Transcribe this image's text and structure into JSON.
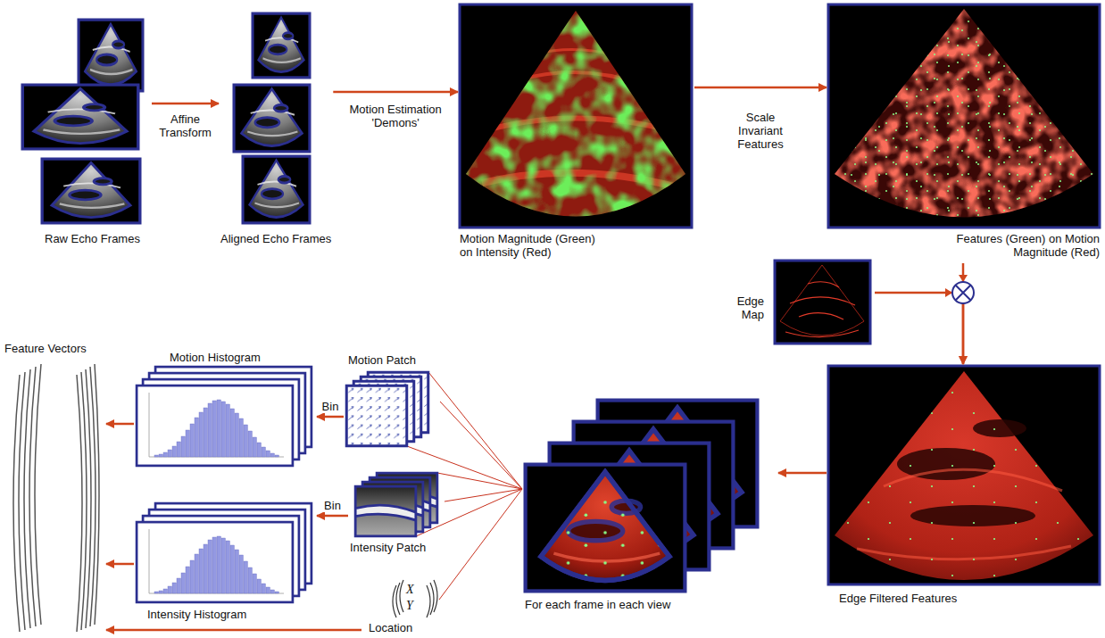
{
  "diagram": {
    "nodes": [
      {
        "text": [
          "Raw Echo Frames"
        ]
      },
      {
        "text": [
          "Aligned Echo Frames"
        ]
      },
      {
        "text": [
          "Motion Magnitude (Green) on Intensity (Red)"
        ]
      },
      {
        "text": [
          "Features (Green) on Motion Magnitude (Red)"
        ]
      },
      {
        "text": [
          "Edge Map"
        ]
      },
      {
        "text": [
          "Edge Filtered Features"
        ]
      },
      {
        "text": [
          "For each frame in each view"
        ]
      },
      {
        "text": [
          "Motion Patch"
        ]
      },
      {
        "text": [
          "Intensity Patch"
        ]
      },
      {
        "text": [
          "X",
          "Y",
          "Location"
        ]
      },
      {
        "text": [
          "Motion Histogram"
        ]
      },
      {
        "text": [
          "Intensity Histogram"
        ]
      },
      {
        "text": [
          "Feature Vectors"
        ]
      }
    ],
    "edges": [
      {
        "from": 0,
        "to": 1,
        "arrow": "to",
        "label": "Affine Transform"
      },
      {
        "from": 1,
        "to": 2,
        "arrow": "to",
        "label": "Motion Estimation 'Demons'"
      },
      {
        "from": 2,
        "to": 3,
        "arrow": "to",
        "label": "Scale Invariant Features"
      },
      {
        "from": 3,
        "to": 5,
        "arrow": "to"
      },
      {
        "from": 4,
        "to": 5,
        "arrow": "to"
      },
      {
        "from": 5,
        "to": 6,
        "arrow": "to"
      },
      {
        "from": 6,
        "to": 7,
        "arrow": "none"
      },
      {
        "from": 6,
        "to": 8,
        "arrow": "none"
      },
      {
        "from": 6,
        "to": 9,
        "arrow": "none"
      },
      {
        "from": 7,
        "to": 10,
        "arrow": "to",
        "label": "Bin"
      },
      {
        "from": 8,
        "to": 11,
        "arrow": "to",
        "label": "Bin"
      },
      {
        "from": 10,
        "to": 12,
        "arrow": "to"
      },
      {
        "from": 11,
        "to": 12,
        "arrow": "to"
      },
      {
        "from": 9,
        "to": 12,
        "arrow": "to"
      }
    ]
  }
}
